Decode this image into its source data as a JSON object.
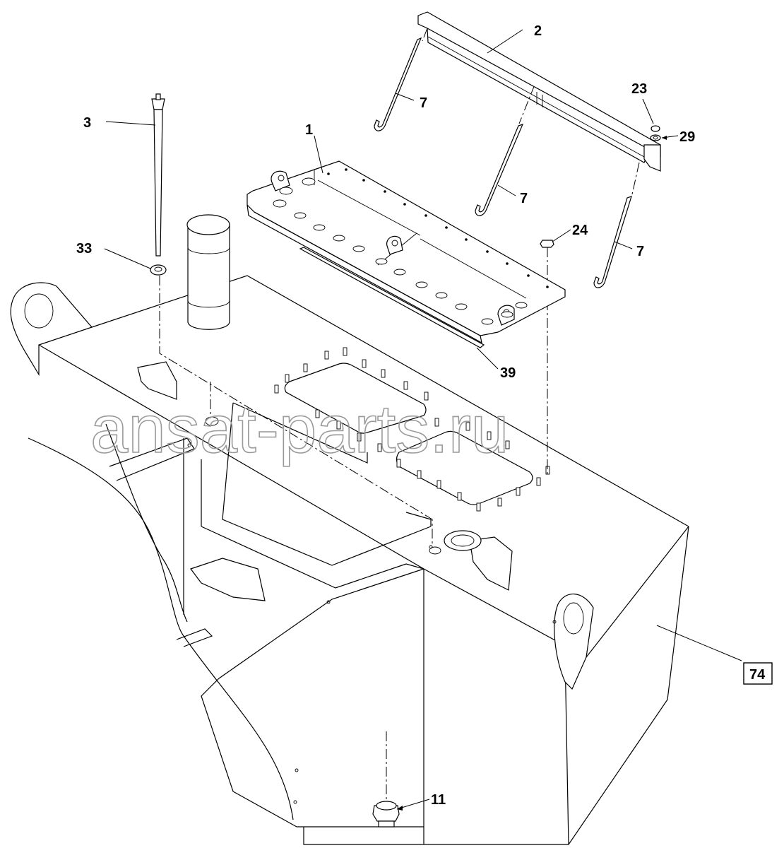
{
  "diagram": {
    "watermark": "ansat-parts.ru",
    "callouts": {
      "c1": "1",
      "c2": "2",
      "c3": "3",
      "c7a": "7",
      "c7b": "7",
      "c7c": "7",
      "c11": "11",
      "c23": "23",
      "c24": "24",
      "c29": "29",
      "c33": "33",
      "c39": "39",
      "c74": "74"
    }
  }
}
